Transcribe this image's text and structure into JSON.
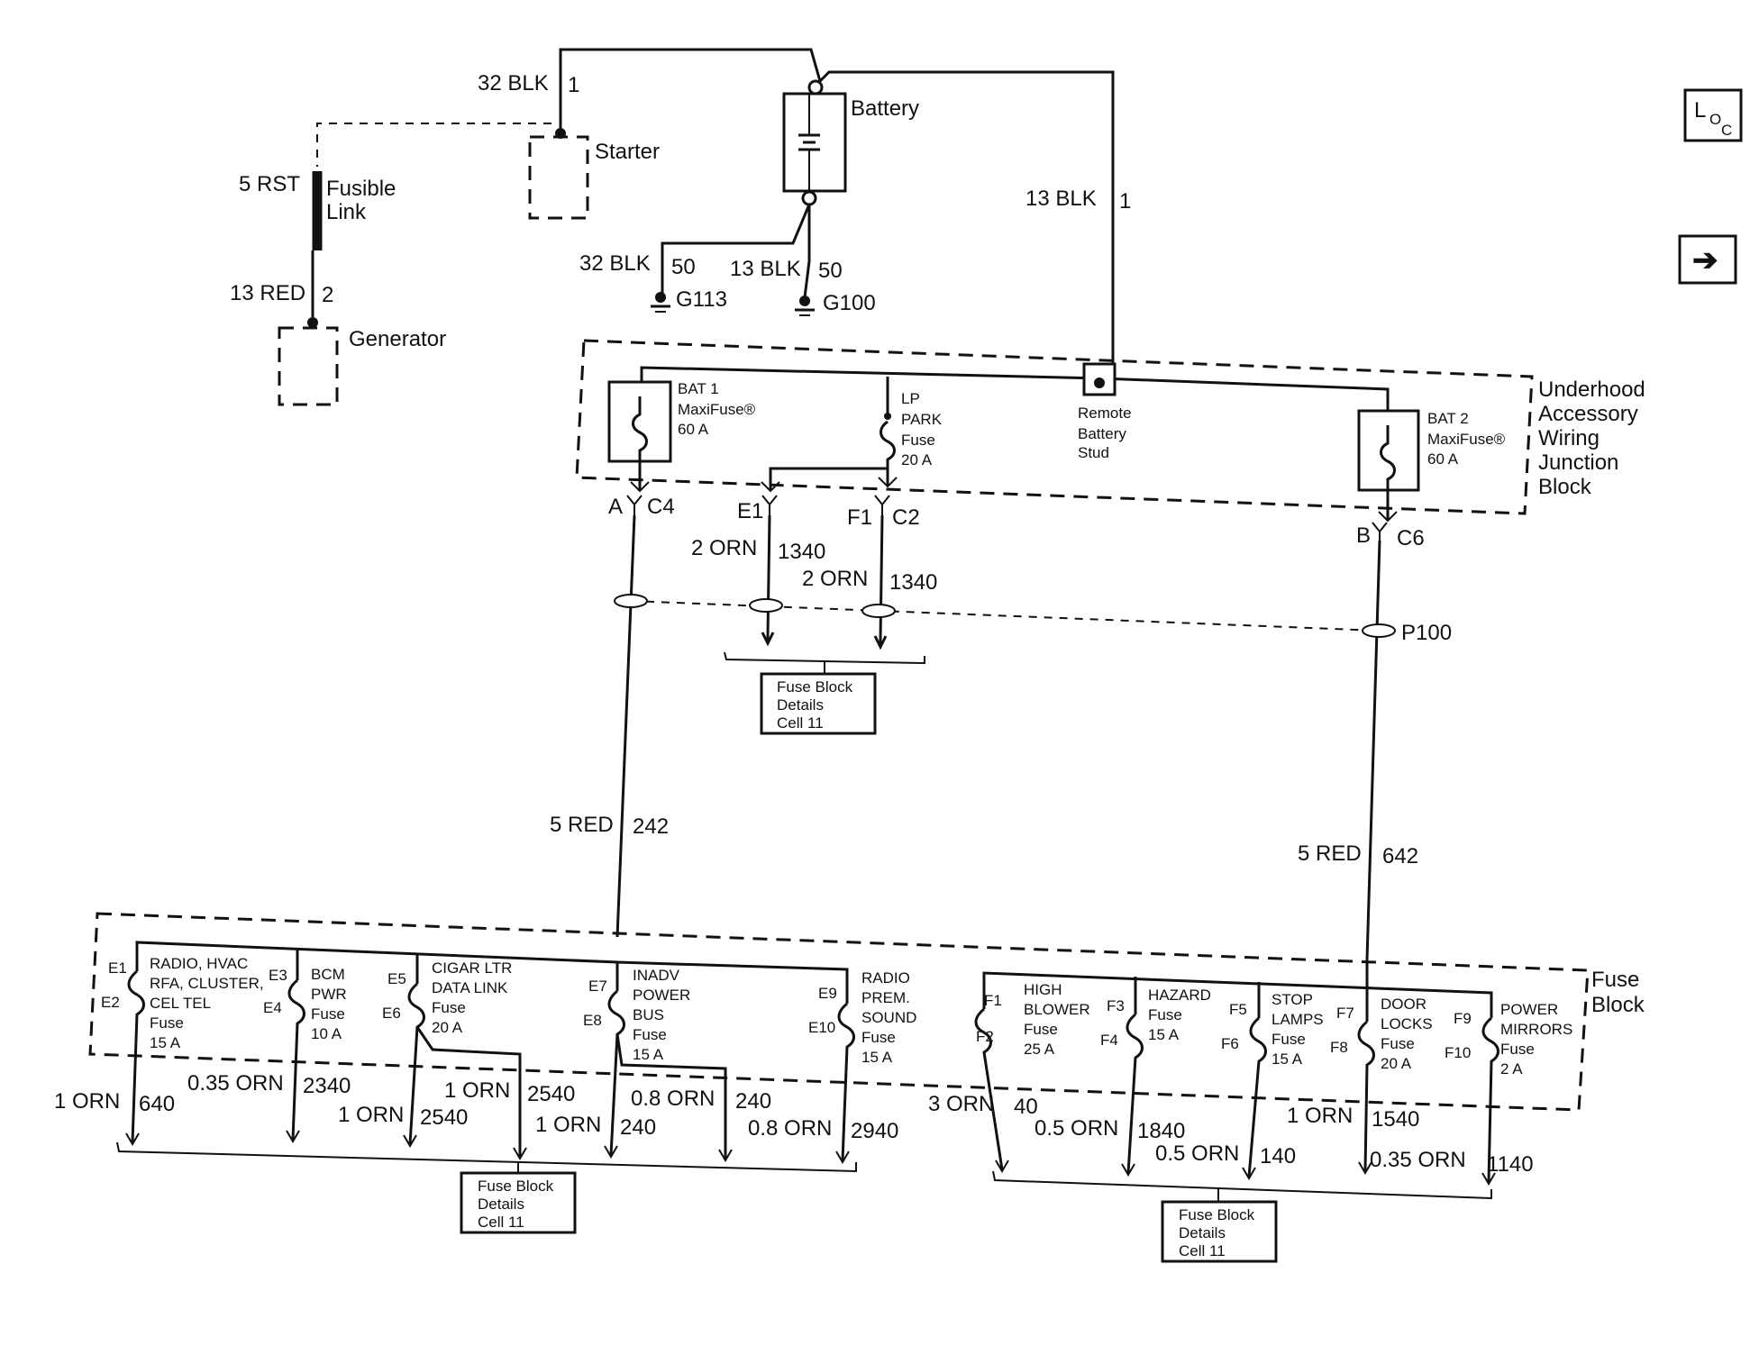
{
  "top": {
    "wire_32blk_a": "32 BLK",
    "pin_1_a": "1",
    "starter": "Starter",
    "battery": "Battery",
    "wire_5rst": "5 RST",
    "fusible_link": [
      "Fusible",
      "Link"
    ],
    "wire_13red": "13 RED",
    "pin_2": "2",
    "generator": "Generator",
    "wire_32blk_b": "32 BLK",
    "pin_50_a": "50",
    "g113": "G113",
    "wire_13blk_b": "13 BLK",
    "pin_50_b": "50",
    "g100": "G100",
    "wire_13blk_c": "13 BLK",
    "pin_1_c": "1"
  },
  "underhood": {
    "title": [
      "Underhood",
      "Accessory",
      "Wiring",
      "Junction",
      "Block"
    ],
    "bat1": [
      "BAT 1",
      "MaxiFuse®",
      "60 A"
    ],
    "lp_park": [
      "LP",
      "PARK",
      "Fuse",
      "20 A"
    ],
    "remote_stud": [
      "Remote",
      "Battery",
      "Stud"
    ],
    "bat2": [
      "BAT 2",
      "MaxiFuse®",
      "60 A"
    ],
    "conn_a": "A",
    "c4": "C4",
    "e1": "E1",
    "f1": "F1",
    "c2": "C2",
    "conn_b": "B",
    "c6": "C6",
    "wire_2orn_a": "2 ORN",
    "ckt_1340_a": "1340",
    "wire_2orn_b": "2 ORN",
    "ckt_1340_b": "1340",
    "p100": "P100",
    "details": [
      "Fuse Block",
      "Details",
      "Cell 11"
    ],
    "wire_5red_a": "5 RED",
    "ckt_242": "242",
    "wire_5red_b": "5 RED",
    "ckt_642": "642"
  },
  "fuse_block": {
    "title": [
      "Fuse",
      "Block"
    ],
    "fuses": [
      {
        "pin_in": "E1",
        "pin_out": "E2",
        "lines": [
          "RADIO, HVAC",
          "RFA, CLUSTER,",
          "CEL TEL",
          "Fuse",
          "15 A"
        ]
      },
      {
        "pin_in": "E3",
        "pin_out": "E4",
        "lines": [
          "BCM",
          "PWR",
          "Fuse",
          "10 A"
        ]
      },
      {
        "pin_in": "E5",
        "pin_out": "E6",
        "lines": [
          "CIGAR LTR",
          "DATA LINK",
          "Fuse",
          "20 A"
        ]
      },
      {
        "pin_in": "E7",
        "pin_out": "E8",
        "lines": [
          "INADV",
          "POWER",
          "BUS",
          "Fuse",
          "15 A"
        ]
      },
      {
        "pin_in": "E9",
        "pin_out": "E10",
        "lines": [
          "RADIO",
          "PREM.",
          "SOUND",
          "Fuse",
          "15 A"
        ]
      },
      {
        "pin_in": "F1",
        "pin_out": "F2",
        "lines": [
          "HIGH",
          "BLOWER",
          "Fuse",
          "25 A"
        ]
      },
      {
        "pin_in": "F3",
        "pin_out": "F4",
        "lines": [
          "HAZARD",
          "Fuse",
          "15 A"
        ]
      },
      {
        "pin_in": "F5",
        "pin_out": "F6",
        "lines": [
          "STOP",
          "LAMPS",
          "Fuse",
          "15 A"
        ]
      },
      {
        "pin_in": "F7",
        "pin_out": "F8",
        "lines": [
          "DOOR",
          "LOCKS",
          "Fuse",
          "20 A"
        ]
      },
      {
        "pin_in": "F9",
        "pin_out": "F10",
        "lines": [
          "POWER",
          "MIRRORS",
          "Fuse",
          "2 A"
        ]
      }
    ],
    "wires": [
      {
        "gauge": "1 ORN",
        "circuit": "640"
      },
      {
        "gauge": "0.35 ORN",
        "circuit": "2340"
      },
      {
        "gauge": "1 ORN",
        "circuit": "2540"
      },
      {
        "gauge": "1 ORN",
        "circuit": "2540"
      },
      {
        "gauge": "0.8 ORN",
        "circuit": "240"
      },
      {
        "gauge": "1 ORN",
        "circuit": "240"
      },
      {
        "gauge": "0.8 ORN",
        "circuit": "2940"
      },
      {
        "gauge": "3 ORN",
        "circuit": "40"
      },
      {
        "gauge": "0.5 ORN",
        "circuit": "1840"
      },
      {
        "gauge": "0.5 ORN",
        "circuit": "140"
      },
      {
        "gauge": "1 ORN",
        "circuit": "1540"
      },
      {
        "gauge": "0.35 ORN",
        "circuit": "1140"
      }
    ],
    "details_left": [
      "Fuse Block",
      "Details",
      "Cell 11"
    ],
    "details_right": [
      "Fuse Block",
      "Details",
      "Cell 11"
    ]
  },
  "nav": {
    "loc_l": "L",
    "loc_o": "O",
    "loc_c": "C",
    "arrow_glyph": "➔"
  }
}
